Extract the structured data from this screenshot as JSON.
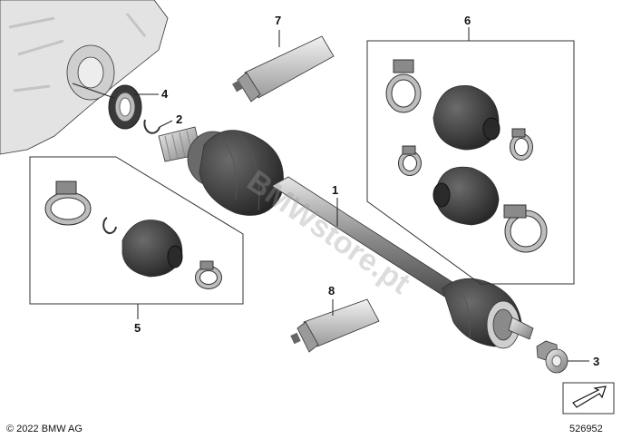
{
  "callouts": {
    "c1": "1",
    "c2": "2",
    "c3": "3",
    "c4": "4",
    "c5": "5",
    "c6": "6",
    "c7": "7",
    "c8": "8"
  },
  "watermark": "BMWstore.pt",
  "copyright": "© 2022 BMW AG",
  "diagram_number": "526952",
  "colors": {
    "part_dark": "#3a3a3a",
    "part_mid": "#8a8a8a",
    "part_light": "#d6d6d6",
    "outline": "#333333"
  }
}
